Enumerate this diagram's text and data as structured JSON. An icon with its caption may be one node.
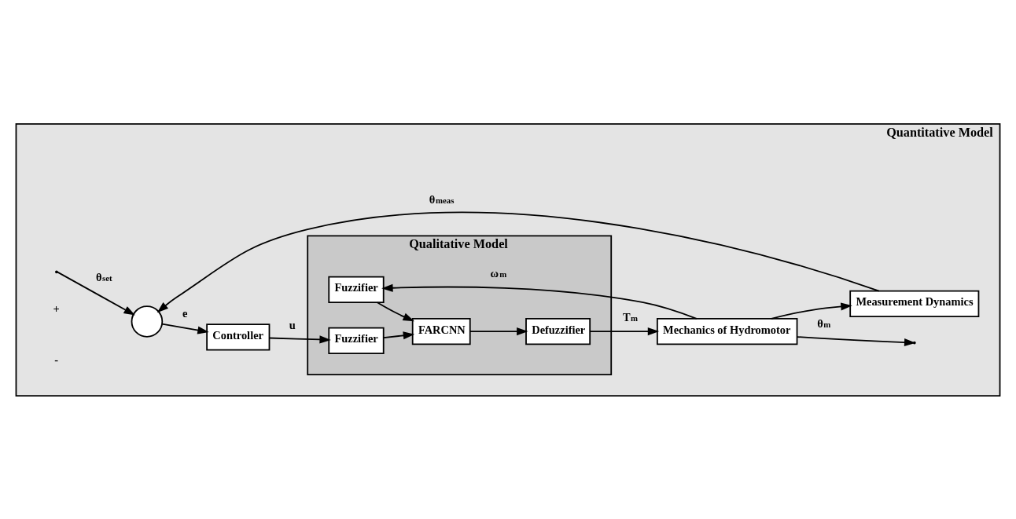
{
  "diagram": {
    "nodes": [
      {
        "text": [
          "Quantitative Model"
        ]
      },
      {
        "text": [
          "Qualitative Model"
        ],
        "in": 0
      },
      {
        "text": [],
        "shape": "circle",
        "in": 0
      },
      {
        "text": [
          "Controller"
        ],
        "in": 0
      },
      {
        "text": [
          "Fuzzifier"
        ],
        "in": 1
      },
      {
        "text": [
          "Fuzzifier"
        ],
        "in": 1
      },
      {
        "text": [
          "FARCNN"
        ],
        "in": 1
      },
      {
        "text": [
          "Defuzzifier"
        ],
        "in": 1
      },
      {
        "text": [
          "Mechanics of Hydromotor"
        ],
        "in": 0
      },
      {
        "text": [
          "Measurement Dynamics"
        ],
        "in": 0
      }
    ],
    "edges": [
      {
        "from": null,
        "to": 2,
        "arrow": "to",
        "label": "θ$_{set}$"
      },
      {
        "from": 2,
        "to": 3,
        "arrow": "to",
        "label": "e"
      },
      {
        "from": 3,
        "to": 5,
        "arrow": "to",
        "label": "u"
      },
      {
        "from": 8,
        "to": 4,
        "arrow": "to",
        "label": "ω$_{m}$"
      },
      {
        "from": 4,
        "to": 6,
        "arrow": "to"
      },
      {
        "from": 5,
        "to": 6,
        "arrow": "to"
      },
      {
        "from": 6,
        "to": 7,
        "arrow": "to"
      },
      {
        "from": 7,
        "to": 8,
        "arrow": "to",
        "label": "T$_{m}$"
      },
      {
        "from": 8,
        "to": null,
        "arrow": "to",
        "label": "θ$_{m}$"
      },
      {
        "from": 8,
        "to": 9,
        "arrow": "to"
      },
      {
        "from": 9,
        "to": 2,
        "arrow": "to",
        "label": "θ$_{meas}$"
      }
    ],
    "labels": [
      "+",
      "-"
    ]
  }
}
